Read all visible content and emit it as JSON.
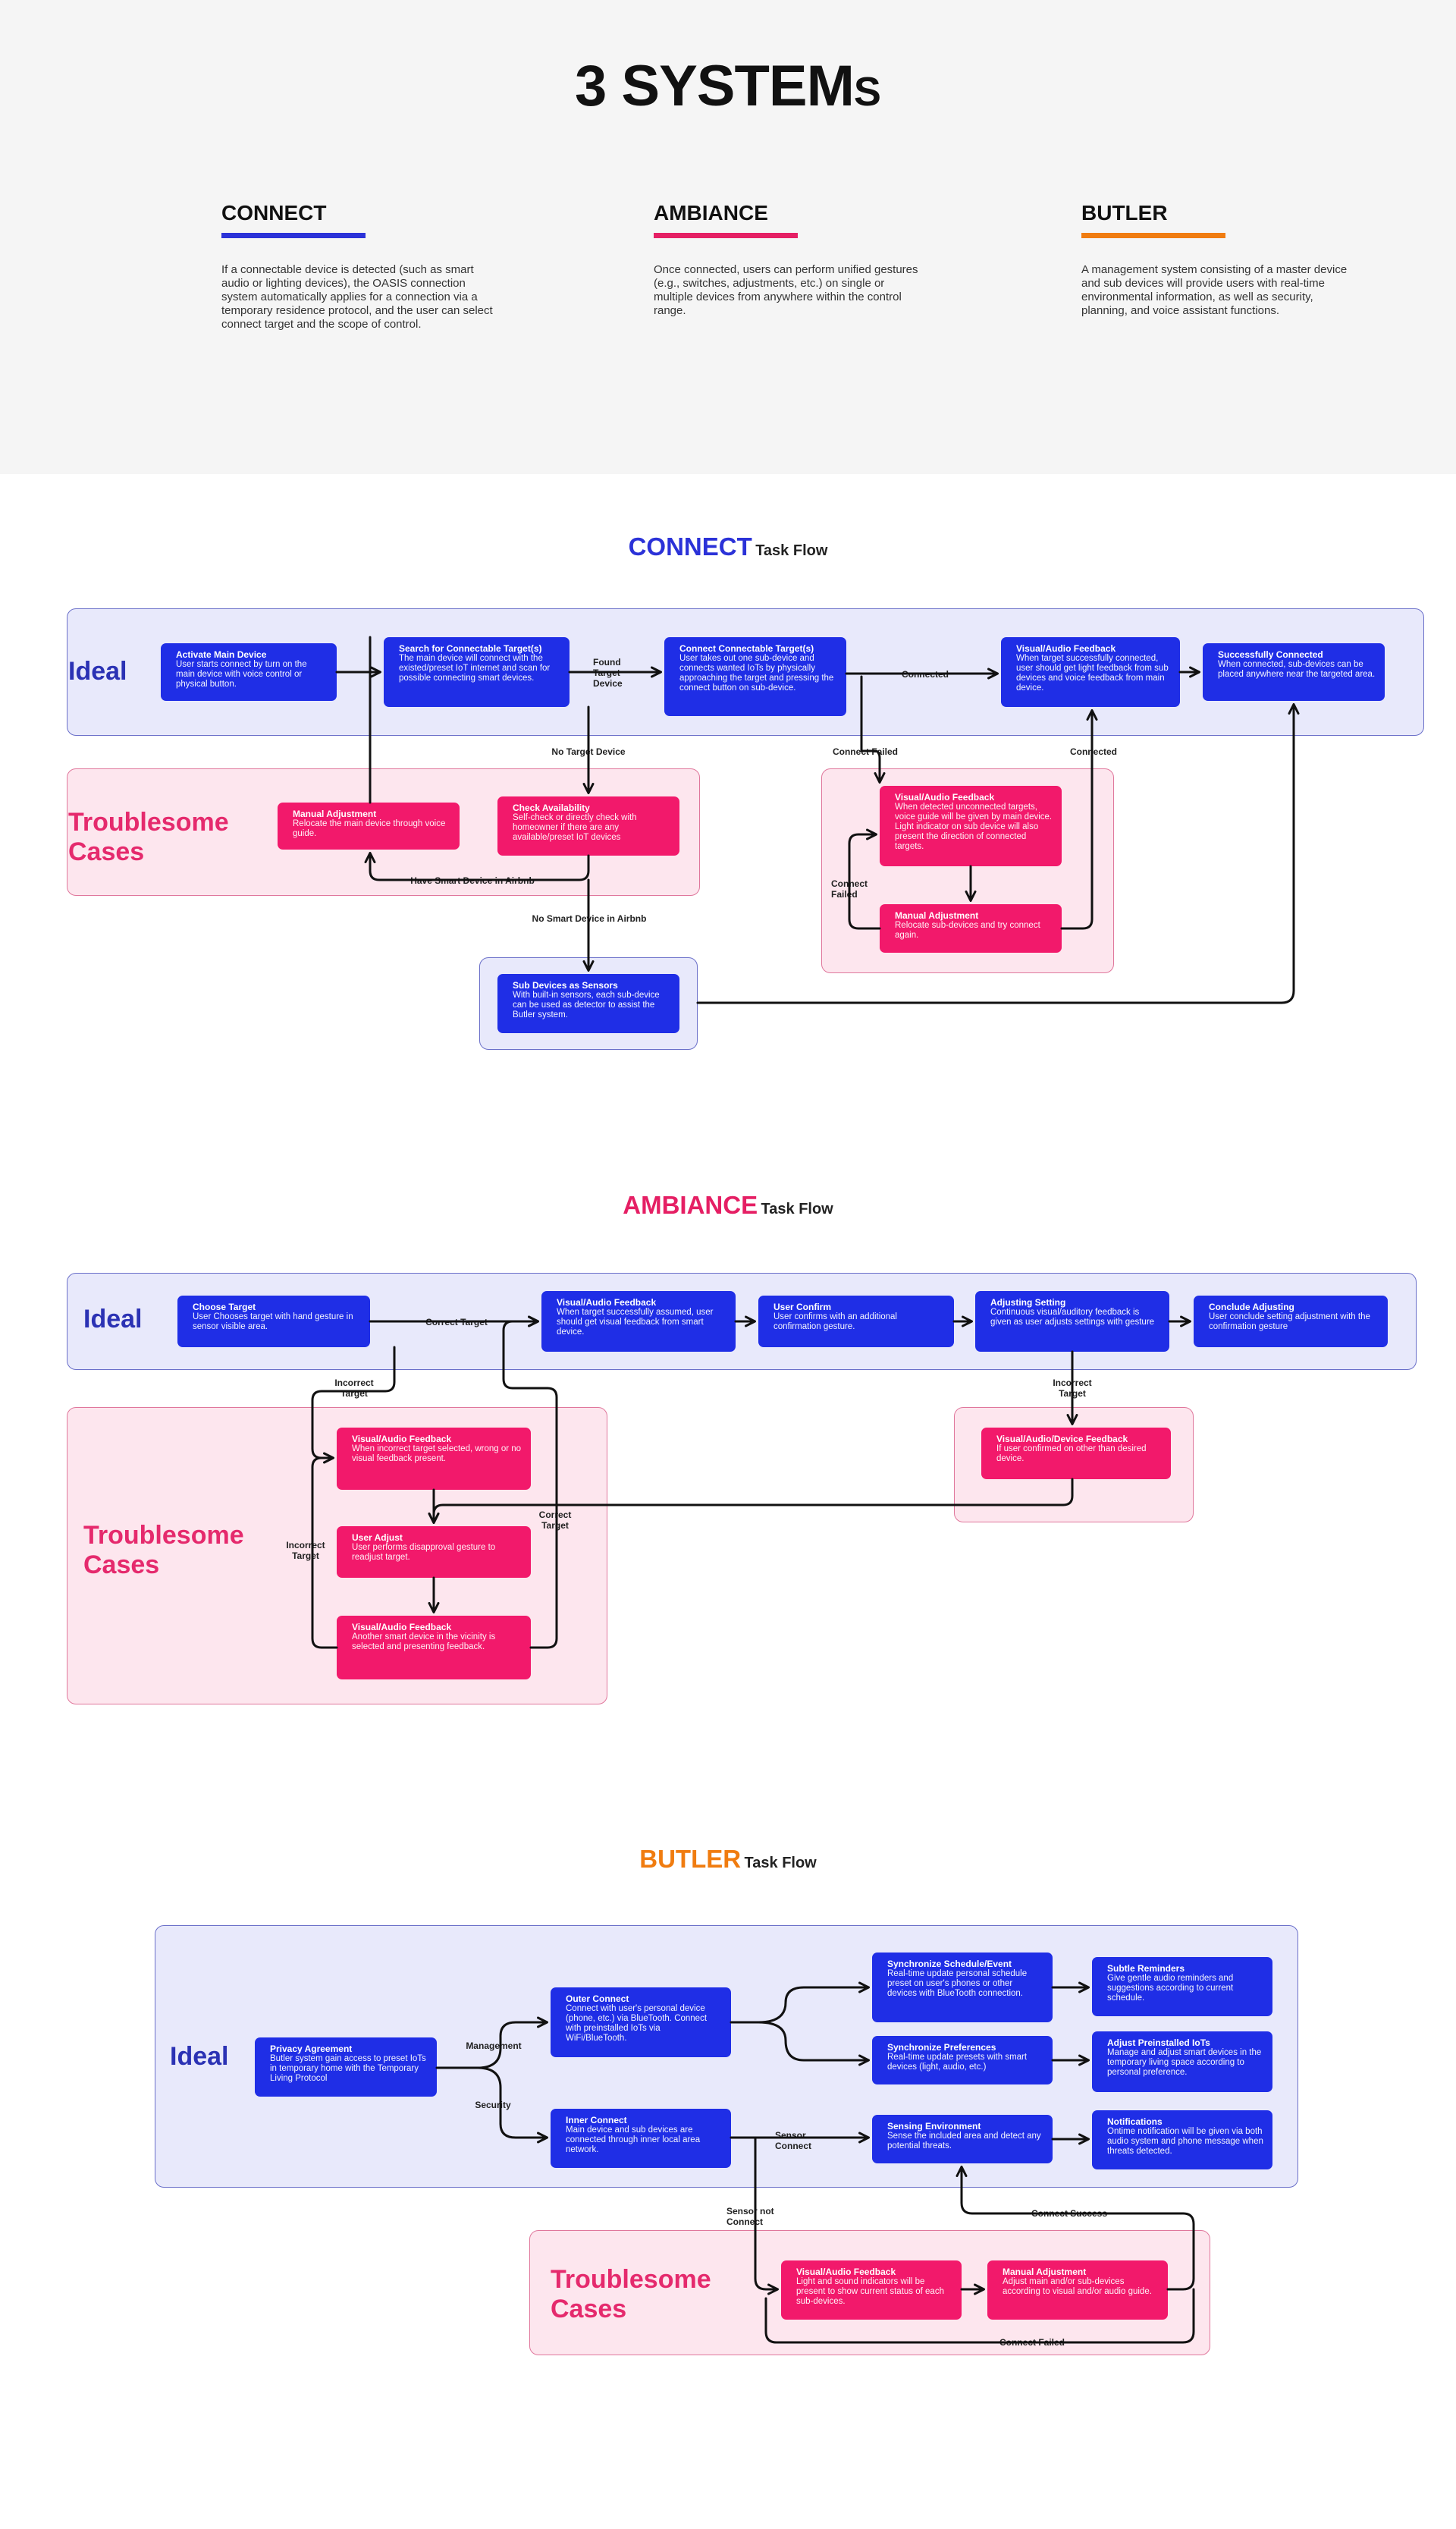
{
  "title": {
    "main": "3 SYSTEM",
    "suffix": "S"
  },
  "systems": [
    {
      "name": "CONNECT",
      "color": "#2b32d8",
      "desc": "If a connectable device is detected (such as smart audio or lighting devices), the OASIS connection system automatically applies for a connection via a temporary residence protocol, and the user can select connect target and the scope of control."
    },
    {
      "name": "AMBIANCE",
      "color": "#e51f64",
      "desc": "Once connected, users can perform unified gestures (e.g., switches, adjustments, etc.) on single or multiple devices from anywhere within the control range."
    },
    {
      "name": "BUTLER",
      "color": "#f07c10",
      "desc": "A management system consisting of a master device and sub devices will provide users with real-time environmental information, as well as security, planning, and voice assistant functions."
    }
  ],
  "labels": {
    "ideal": "Ideal",
    "troublesome": "Troublesome Cases",
    "task_flow": "Task Flow"
  },
  "connect": {
    "title": "CONNECT",
    "boxes": {
      "activate": {
        "title": "Activate Main Device",
        "desc": "User starts connect by turn on the main device with voice control or physical button."
      },
      "search": {
        "title": "Search for Connectable Target(s)",
        "desc": "The main device will connect with the existed/preset IoT internet and scan for possible connecting smart devices."
      },
      "connect_targets": {
        "title": "Connect Connectable Target(s)",
        "desc": "User takes out one sub-device and connects wanted IoTs by physically approaching the target and pressing the connect button on sub-device."
      },
      "visual_feedback": {
        "title": "Visual/Audio Feedback",
        "desc": "When target successfully connected, user should get light feedback from sub devices and voice feedback from main device."
      },
      "connected": {
        "title": "Successfully Connected",
        "desc": "When connected, sub-devices can be placed anywhere near the targeted area."
      },
      "manual_adj": {
        "title": "Manual Adjustment",
        "desc": "Relocate the main device through voice guide."
      },
      "check_avail": {
        "title": "Check Availability",
        "desc": "Self-check or directly check with homeowner if there are any available/preset IoT devices"
      },
      "vf_fail": {
        "title": "Visual/Audio Feedback",
        "desc": "When detected unconnected targets, voice guide will be given by main device. Light indicator on sub device will also present the direction of connected targets."
      },
      "manual_adj2": {
        "title": "Manual Adjustment",
        "desc": "Relocate sub-devices and try connect again."
      },
      "sensors": {
        "title": "Sub Devices as Sensors",
        "desc": "With built-in sensors, each sub-device can be used as detector to assist the Butler system."
      }
    },
    "edge_labels": {
      "found": "Found Target Device",
      "connected": "Connected",
      "no_target": "No Target Device",
      "connect_failed": "Connect Failed",
      "connected2": "Connected",
      "have_smart": "Have Smart Device in Airbnb",
      "no_smart": "No Smart Device in Airbnb",
      "connect_failed2": "Connect Failed"
    }
  },
  "ambiance": {
    "title": "AMBIANCE",
    "boxes": {
      "choose": {
        "title": "Choose Target",
        "desc": "User Chooses target with hand gesture in sensor visible area."
      },
      "vf": {
        "title": "Visual/Audio Feedback",
        "desc": "When target successfully assumed, user should get visual feedback from smart device."
      },
      "confirm": {
        "title": "User Confirm",
        "desc": "User confirms with an additional confirmation gesture."
      },
      "adjust": {
        "title": "Adjusting Setting",
        "desc": "Continuous visual/auditory feedback is given as user adjusts settings with gesture"
      },
      "conclude": {
        "title": "Conclude Adjusting",
        "desc": "User conclude setting adjustment with the confirmation gesture"
      },
      "vf_wrong": {
        "title": "Visual/Audio Feedback",
        "desc": "When incorrect target selected, wrong or no visual feedback present."
      },
      "user_adjust": {
        "title": "User Adjust",
        "desc": "User performs disapproval gesture to readjust target."
      },
      "vf_another": {
        "title": "Visual/Audio Feedback",
        "desc": "Another smart device in the vicinity is selected and presenting feedback."
      },
      "vf_device": {
        "title": "Visual/Audio/Device Feedback",
        "desc": "If user confirmed on other than desired device."
      }
    },
    "edge_labels": {
      "correct": "Correct Target",
      "incorrect": "Incorrect Target",
      "incorrect2": "Incorrect Target",
      "incorrect3": "Incorrect Target",
      "correct2": "Correct Target"
    }
  },
  "butler": {
    "title": "BUTLER",
    "boxes": {
      "privacy": {
        "title": "Privacy Agreement",
        "desc": "Butler system gain access to preset IoTs in temporary home with the Temporary Living Protocol"
      },
      "outer": {
        "title": "Outer Connect",
        "desc": "Connect with user's personal device (phone, etc.) via BlueTooth. Connect with preinstalled IoTs via WiFi/BlueTooth."
      },
      "inner": {
        "title": "Inner Connect",
        "desc": "Main device and sub devices are connected through inner local area network."
      },
      "sync_sched": {
        "title": "Synchronize Schedule/Event",
        "desc": "Real-time update personal schedule preset on user's phones or other devices with BlueTooth connection."
      },
      "sync_pref": {
        "title": "Synchronize Preferences",
        "desc": "Real-time update presets with smart devices (light, audio, etc.)"
      },
      "sensing": {
        "title": "Sensing Environment",
        "desc": "Sense the included area and detect any potential threats."
      },
      "reminders": {
        "title": "Subtle Reminders",
        "desc": "Give gentle audio reminders and suggestions according to current schedule."
      },
      "adjust_iot": {
        "title": "Adjust Preinstalled IoTs",
        "desc": "Manage and adjust smart devices in the temporary living space according to personal preference."
      },
      "notifications": {
        "title": "Notifications",
        "desc": "Ontime notification will be given via both audio system and phone message when threats detected."
      },
      "vf": {
        "title": "Visual/Audio Feedback",
        "desc": "Light and sound indicators will be present to show current status of each sub-devices."
      },
      "manual": {
        "title": "Manual Adjustment",
        "desc": "Adjust main and/or sub-devices according to visual and/or audio guide."
      }
    },
    "edge_labels": {
      "management": "Management",
      "security": "Security",
      "sensor_connect": "Sensor Connect",
      "sensor_not": "Sensor not Connect",
      "connect_success": "Connect Success",
      "connect_failed": "Connect Failed"
    }
  },
  "colors": {
    "blue": "#1f2ee6",
    "pink": "#f2196b",
    "orange": "#f07c10",
    "ideal_bg": "#e8e9fb",
    "trouble_bg": "#fde6ee"
  }
}
